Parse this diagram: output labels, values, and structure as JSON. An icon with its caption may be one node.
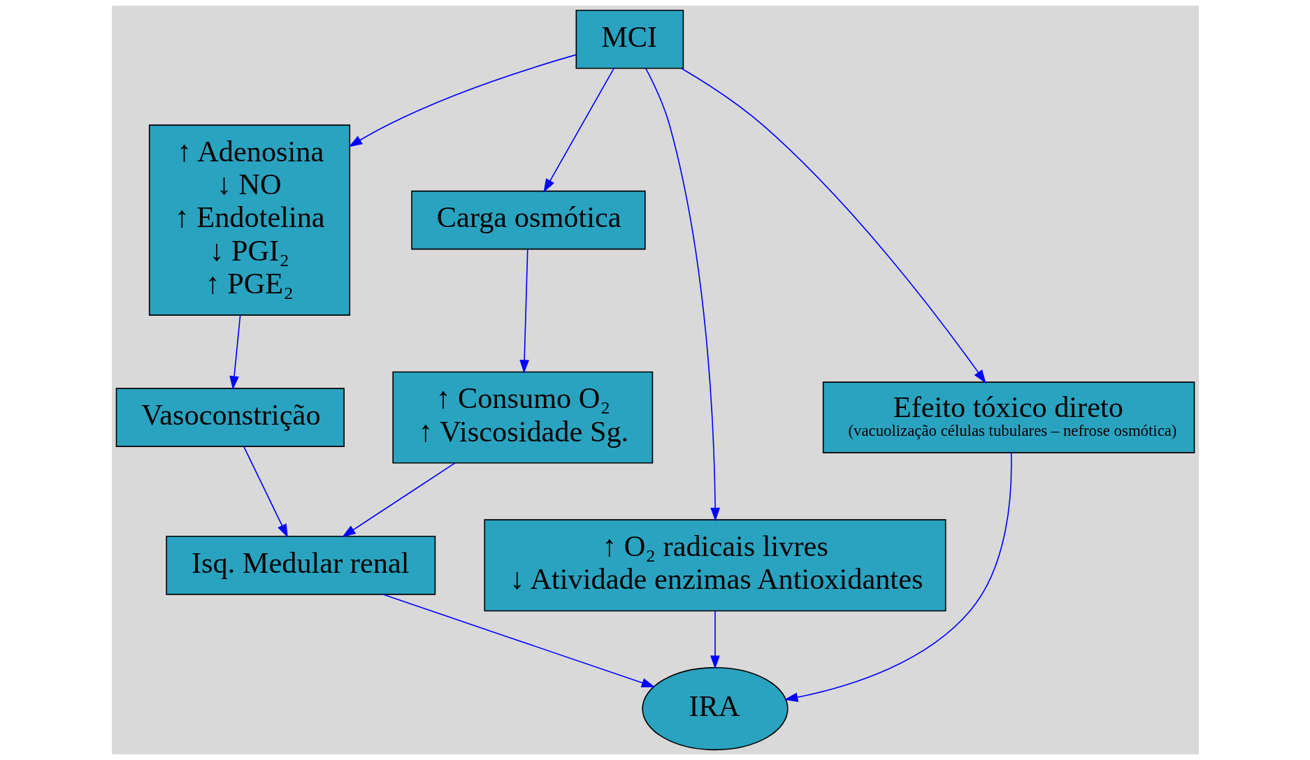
{
  "diagram": {
    "nodes": [
      {
        "text": [
          "MCI"
        ]
      },
      {
        "text": [
          "↑ Adenosina",
          "↓ NO",
          "↑ Endotelina",
          "↓ PGI₂",
          "↑ PGE₂"
        ]
      },
      {
        "text": [
          "Carga osmótica"
        ]
      },
      {
        "text": [
          "↑ O₂ radicais livres",
          "↓ Atividade enzimas Antioxidantes"
        ]
      },
      {
        "text": [
          "Vasoconstrição"
        ]
      },
      {
        "text": [
          "↑ Consumo O₂",
          "↑ Viscosidade Sg."
        ]
      },
      {
        "text": [
          "Efeito tóxico direto",
          "(vacuolização células tubulares – nefrose osmótica)"
        ]
      },
      {
        "text": [
          "Isq. Medular renal"
        ]
      },
      {
        "text": [
          "IRA"
        ]
      }
    ],
    "edges": [
      {
        "from": 0,
        "to": 1,
        "arrow": "to"
      },
      {
        "from": 0,
        "to": 2,
        "arrow": "to"
      },
      {
        "from": 0,
        "to": 3,
        "arrow": "to"
      },
      {
        "from": 0,
        "to": 6,
        "arrow": "to"
      },
      {
        "from": 1,
        "to": 4,
        "arrow": "to"
      },
      {
        "from": 2,
        "to": 5,
        "arrow": "to"
      },
      {
        "from": 4,
        "to": 7,
        "arrow": "to"
      },
      {
        "from": 5,
        "to": 7,
        "arrow": "to"
      },
      {
        "from": 6,
        "to": 8,
        "arrow": "to"
      },
      {
        "from": 3,
        "to": 8,
        "arrow": "to"
      },
      {
        "from": 7,
        "to": 8,
        "arrow": "to"
      }
    ]
  }
}
